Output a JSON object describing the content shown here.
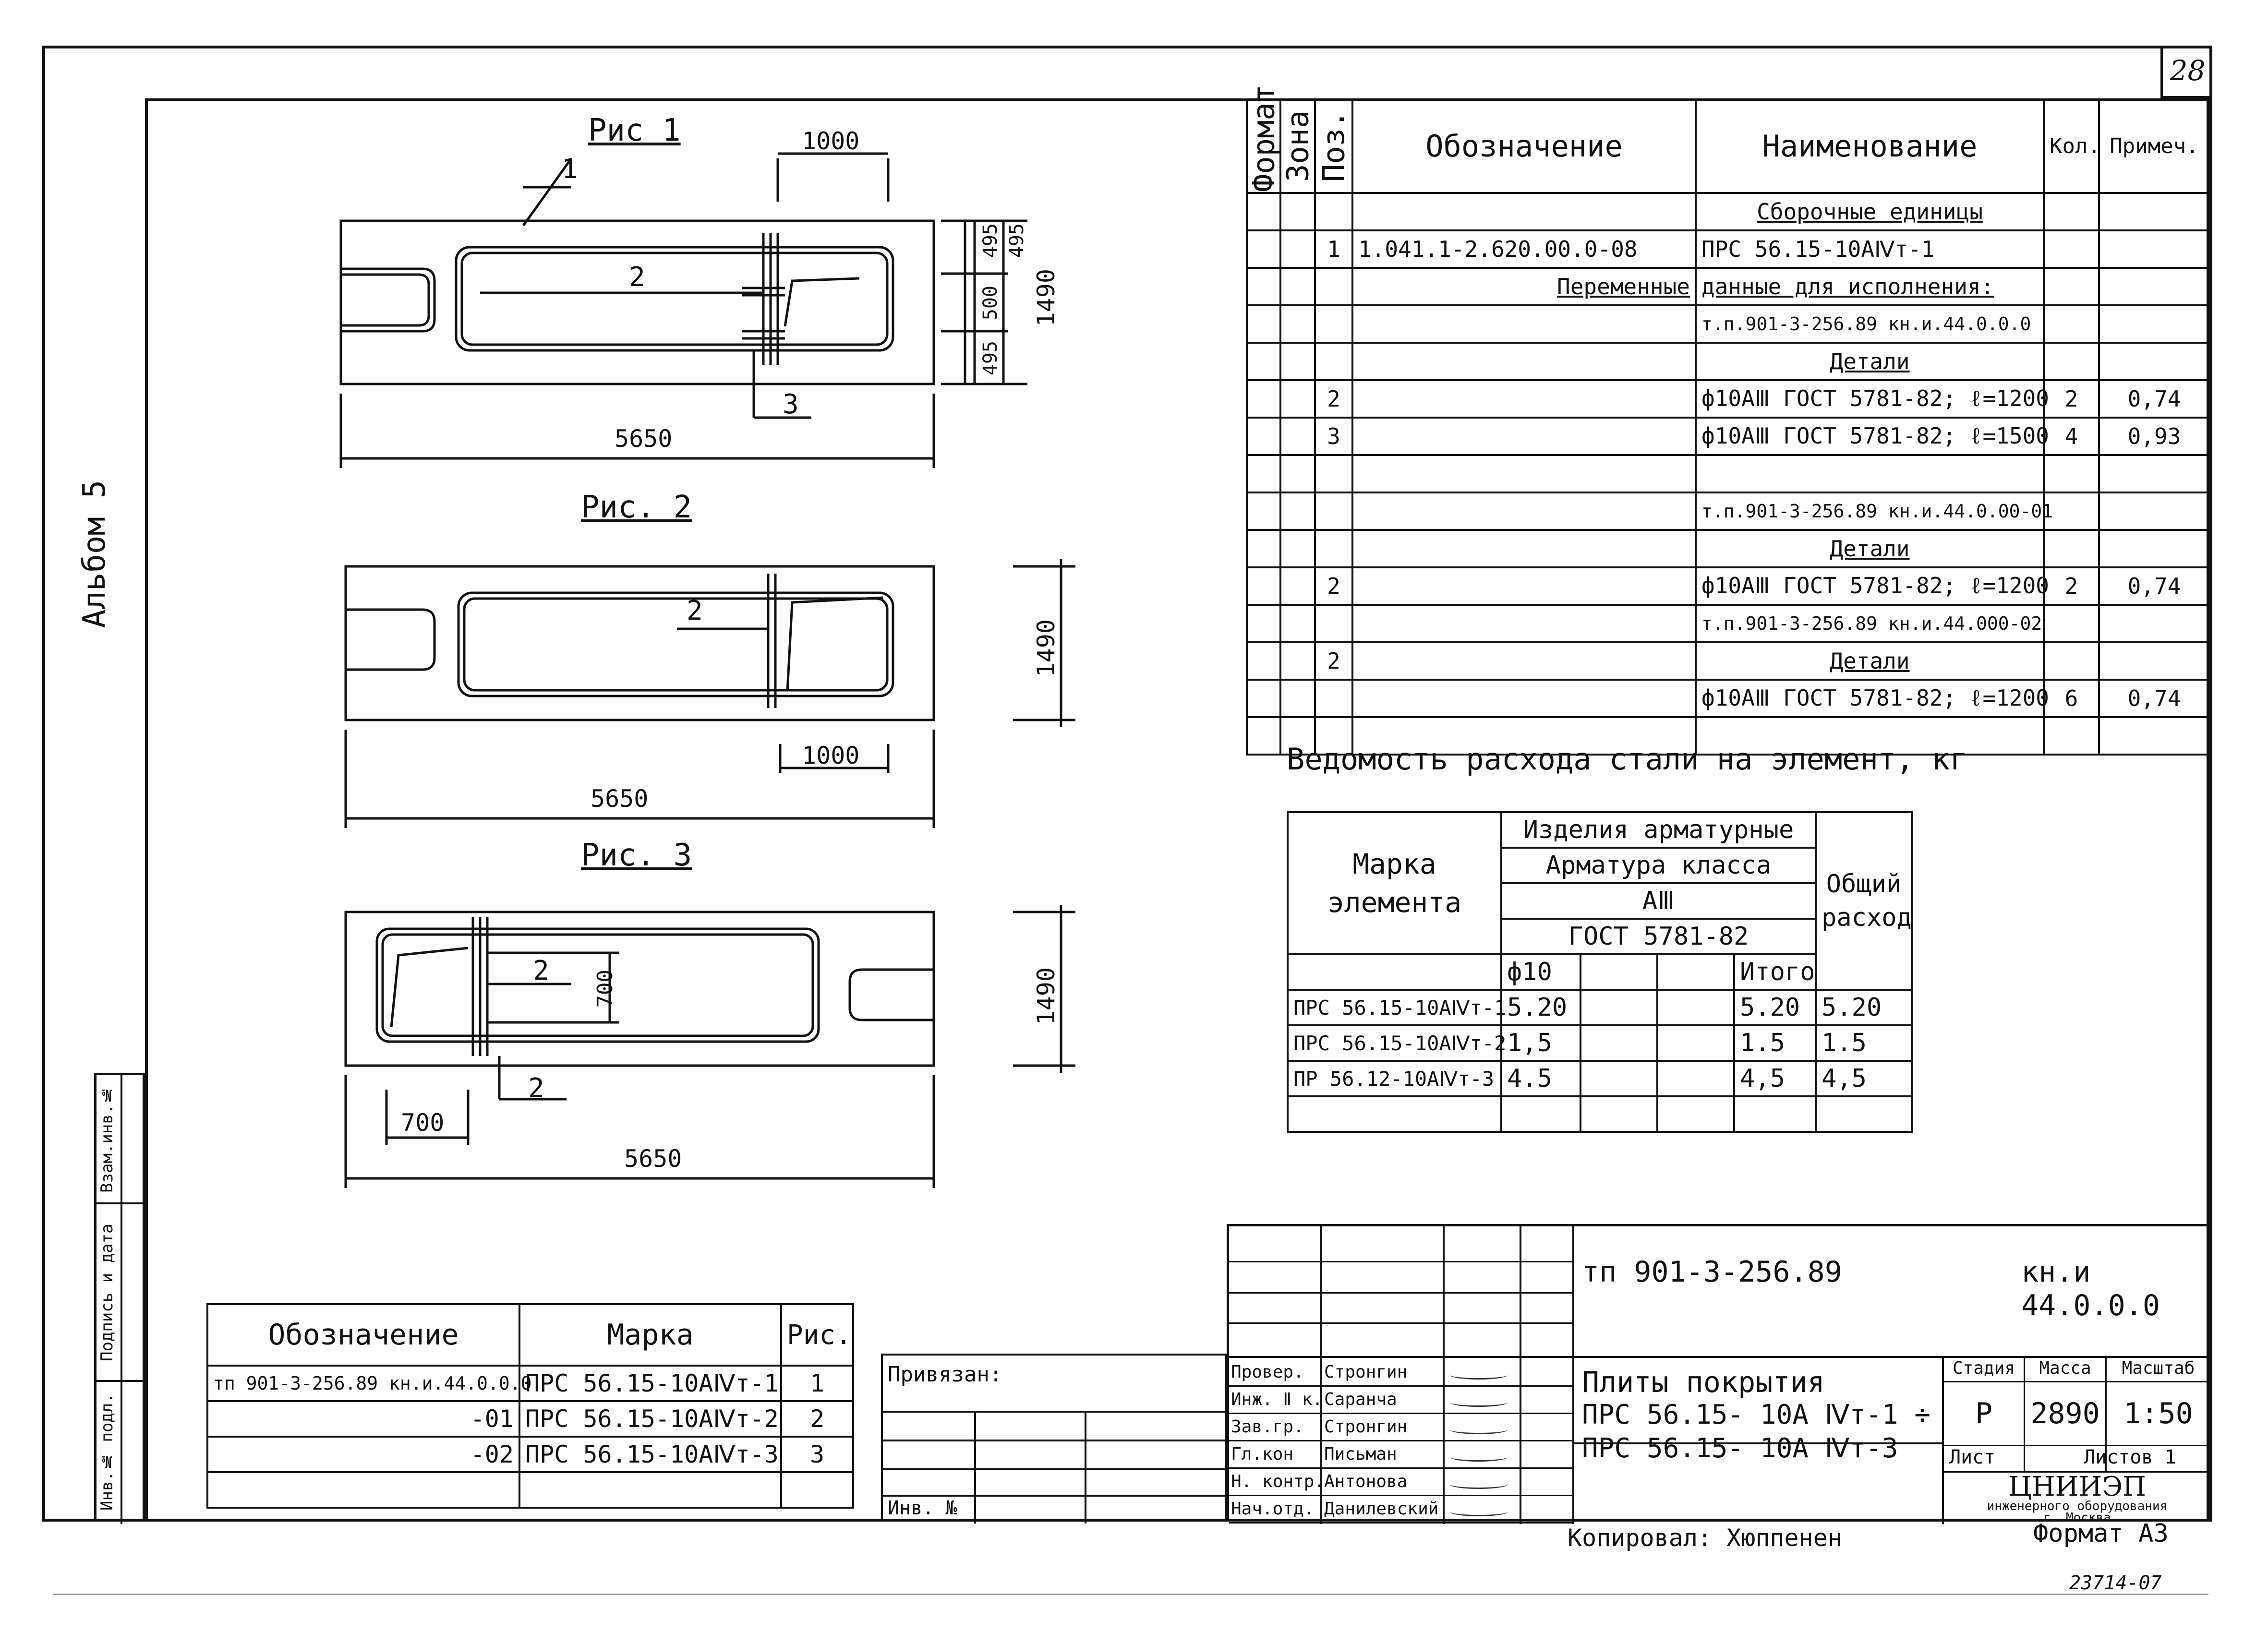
{
  "page": {
    "sheet_number": "28",
    "album": "Альбом 5",
    "copied_by": "Копировал: Хюппенен",
    "format": "Формат А3",
    "stamp_number": "23714-07"
  },
  "figures": [
    {
      "title": "Рис 1",
      "labels": {
        "pos1": "1",
        "pos2": "2",
        "pos3": "3",
        "d1000": "1000",
        "d495a": "495",
        "d500": "500",
        "d495b": "495",
        "d495c": "495",
        "d1490": "1490",
        "d5650": "5650"
      }
    },
    {
      "title": "Рис. 2",
      "labels": {
        "pos2": "2",
        "d1490": "1490",
        "d1000": "1000",
        "d5650": "5650"
      }
    },
    {
      "title": "Рис. 3",
      "labels": {
        "pos2a": "2",
        "pos2b": "2",
        "d700v": "700",
        "d1490": "1490",
        "d700": "700",
        "d5650": "5650"
      }
    }
  ],
  "spec": {
    "headers": {
      "format": "Формат",
      "zone": "Зона",
      "pos": "Поз.",
      "designation": "Обозначение",
      "name": "Наименование",
      "qty": "Кол.",
      "note": "Примеч."
    },
    "rows": [
      {
        "pos": "",
        "designation": "",
        "name": "Сборочные единицы",
        "qty": "",
        "note": ""
      },
      {
        "pos": "1",
        "designation": "1.041.1-2.620.00.0-08",
        "name": "ПРС 56.15-10АⅣт-1",
        "qty": "",
        "note": ""
      },
      {
        "pos": "",
        "designation": "Переменные",
        "name": "данные для исполнения:",
        "qty": "",
        "note": ""
      },
      {
        "pos": "",
        "designation": "",
        "name": "т.п.901-3-256.89   кн.и.44.0.0.0",
        "qty": "",
        "note": ""
      },
      {
        "pos": "",
        "designation": "",
        "name": "Детали",
        "qty": "",
        "note": ""
      },
      {
        "pos": "2",
        "designation": "",
        "name": "ф10АⅢ ГОСТ 5781-82; ℓ=1200",
        "qty": "2",
        "note": "0,74"
      },
      {
        "pos": "3",
        "designation": "",
        "name": "ф10АⅢ ГОСТ 5781-82; ℓ=1500",
        "qty": "4",
        "note": "0,93"
      },
      {
        "pos": "",
        "designation": "",
        "name": "",
        "qty": "",
        "note": ""
      },
      {
        "pos": "",
        "designation": "",
        "name": "т.п.901-3-256.89   кн.и.44.0.00-01",
        "qty": "",
        "note": ""
      },
      {
        "pos": "",
        "designation": "",
        "name": "Детали",
        "qty": "",
        "note": ""
      },
      {
        "pos": "2",
        "designation": "",
        "name": "ф10АⅢ ГОСТ 5781-82; ℓ=1200",
        "qty": "2",
        "note": "0,74"
      },
      {
        "pos": "",
        "designation": "",
        "name": "т.п.901-3-256.89   кн.и.44.000-02",
        "qty": "",
        "note": ""
      },
      {
        "pos": "2",
        "designation": "",
        "name": "Детали",
        "qty": "",
        "note": ""
      },
      {
        "pos": "",
        "designation": "",
        "name": "ф10АⅢ ГОСТ 5781-82; ℓ=1200",
        "qty": "6",
        "note": "0,74"
      },
      {
        "pos": "",
        "designation": "",
        "name": "",
        "qty": "",
        "note": ""
      }
    ]
  },
  "steel": {
    "title": "Ведомость расхода стали на элемент, кг",
    "h_mark": "Марка элемента",
    "h_items": "Изделия арматурные",
    "h_class": "Арматура класса",
    "h_aiii": "АⅢ",
    "h_gost": "ГОСТ 5781-82",
    "h_total": "Общий расход",
    "h_d10": "ф10",
    "h_itogo": "Итого",
    "rows": [
      {
        "mark": "ПРС 56.15-10АⅣт-1",
        "d10": "5.20",
        "itogo": "5.20",
        "total": "5.20"
      },
      {
        "mark": "ПРС 56.15-10АⅣт-2",
        "d10": "1,5",
        "itogo": "1.5",
        "total": "1.5"
      },
      {
        "mark": "ПР 56.12-10АⅣт-3",
        "d10": "4.5",
        "itogo": "4,5",
        "total": "4,5"
      }
    ]
  },
  "marks": {
    "headers": {
      "designation": "Обозначение",
      "mark": "Марка",
      "fig": "Рис."
    },
    "rows": [
      {
        "designation": "тп 901-3-256.89   кн.и.44.0.0.0",
        "mark": "ПРС 56.15-10АⅣт-1",
        "fig": "1"
      },
      {
        "designation": "-01",
        "mark": "ПРС 56.15-10АⅣт-2",
        "fig": "2"
      },
      {
        "designation": "-02",
        "mark": "ПРС 56.15-10АⅣт-3",
        "fig": "3"
      }
    ]
  },
  "side": {
    "inv_podl": "Инв.№ подл.",
    "podpis": "Подпись и дата",
    "vzam": "Взам.инв.№"
  },
  "bind": {
    "privyazan": "Привязан:",
    "inv_no": "Инв. №"
  },
  "titleblock": {
    "project": "тп 901-3-256.89",
    "code": "кн.и 44.0.0.0",
    "name1": "Плиты покрытия",
    "name2": "ПРС 56.15- 10А Ⅳт-1 ÷",
    "name3": "ПРС 56.15- 10А Ⅳт-3",
    "h_stage": "Стадия",
    "h_mass": "Масса",
    "h_scale": "Масштаб",
    "stage": "Р",
    "mass": "2890",
    "scale": "1:50",
    "sheet": "Лист",
    "sheets": "Листов 1",
    "org1": "ЦНИИЭП",
    "org2": "инженерного оборудования",
    "org3": "г. Москва",
    "people": [
      {
        "role": "Провер.",
        "name": "Стронгин"
      },
      {
        "role": "Инж. Ⅱ к.",
        "name": "Саранча"
      },
      {
        "role": "Зав.гр.",
        "name": "Стронгин"
      },
      {
        "role": "Гл.кон",
        "name": "Письман"
      },
      {
        "role": "Н. контр.",
        "name": "Антонова"
      },
      {
        "role": "Нач.отд.",
        "name": "Данилевский"
      }
    ]
  }
}
